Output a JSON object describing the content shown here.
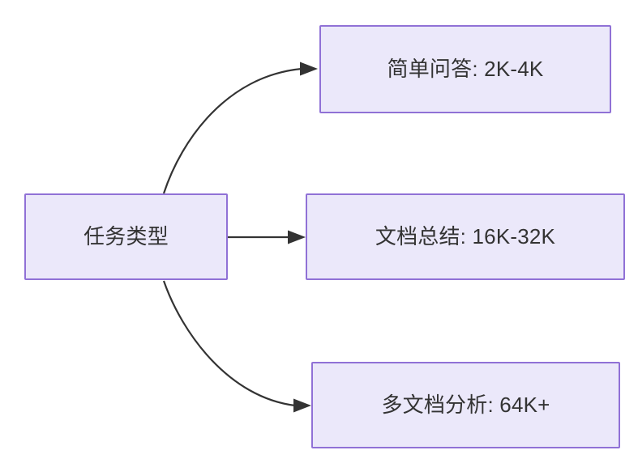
{
  "diagram": {
    "type": "flowchart",
    "direction": "left-to-right",
    "background_color": "#ffffff",
    "node_fill_color": "#ebe8fa",
    "node_border_color": "#9071d6",
    "node_text_color": "#333333",
    "edge_color": "#333333",
    "root": {
      "id": "task-type",
      "label": "任务类型"
    },
    "branches": [
      {
        "id": "simple-qa",
        "label": "简单问答: 2K-4K",
        "task": "简单问答",
        "range": "2K-4K",
        "edge_style": "curved",
        "edge_arrow": "arrow-head-icon"
      },
      {
        "id": "doc-summary",
        "label": "文档总结: 16K-32K",
        "task": "文档总结",
        "range": "16K-32K",
        "edge_style": "straight",
        "edge_arrow": "arrow-head-icon"
      },
      {
        "id": "multi-doc",
        "label": "多文档分析: 64K+",
        "task": "多文档分析",
        "range": "64K+",
        "edge_style": "curved",
        "edge_arrow": "arrow-head-icon"
      }
    ]
  }
}
